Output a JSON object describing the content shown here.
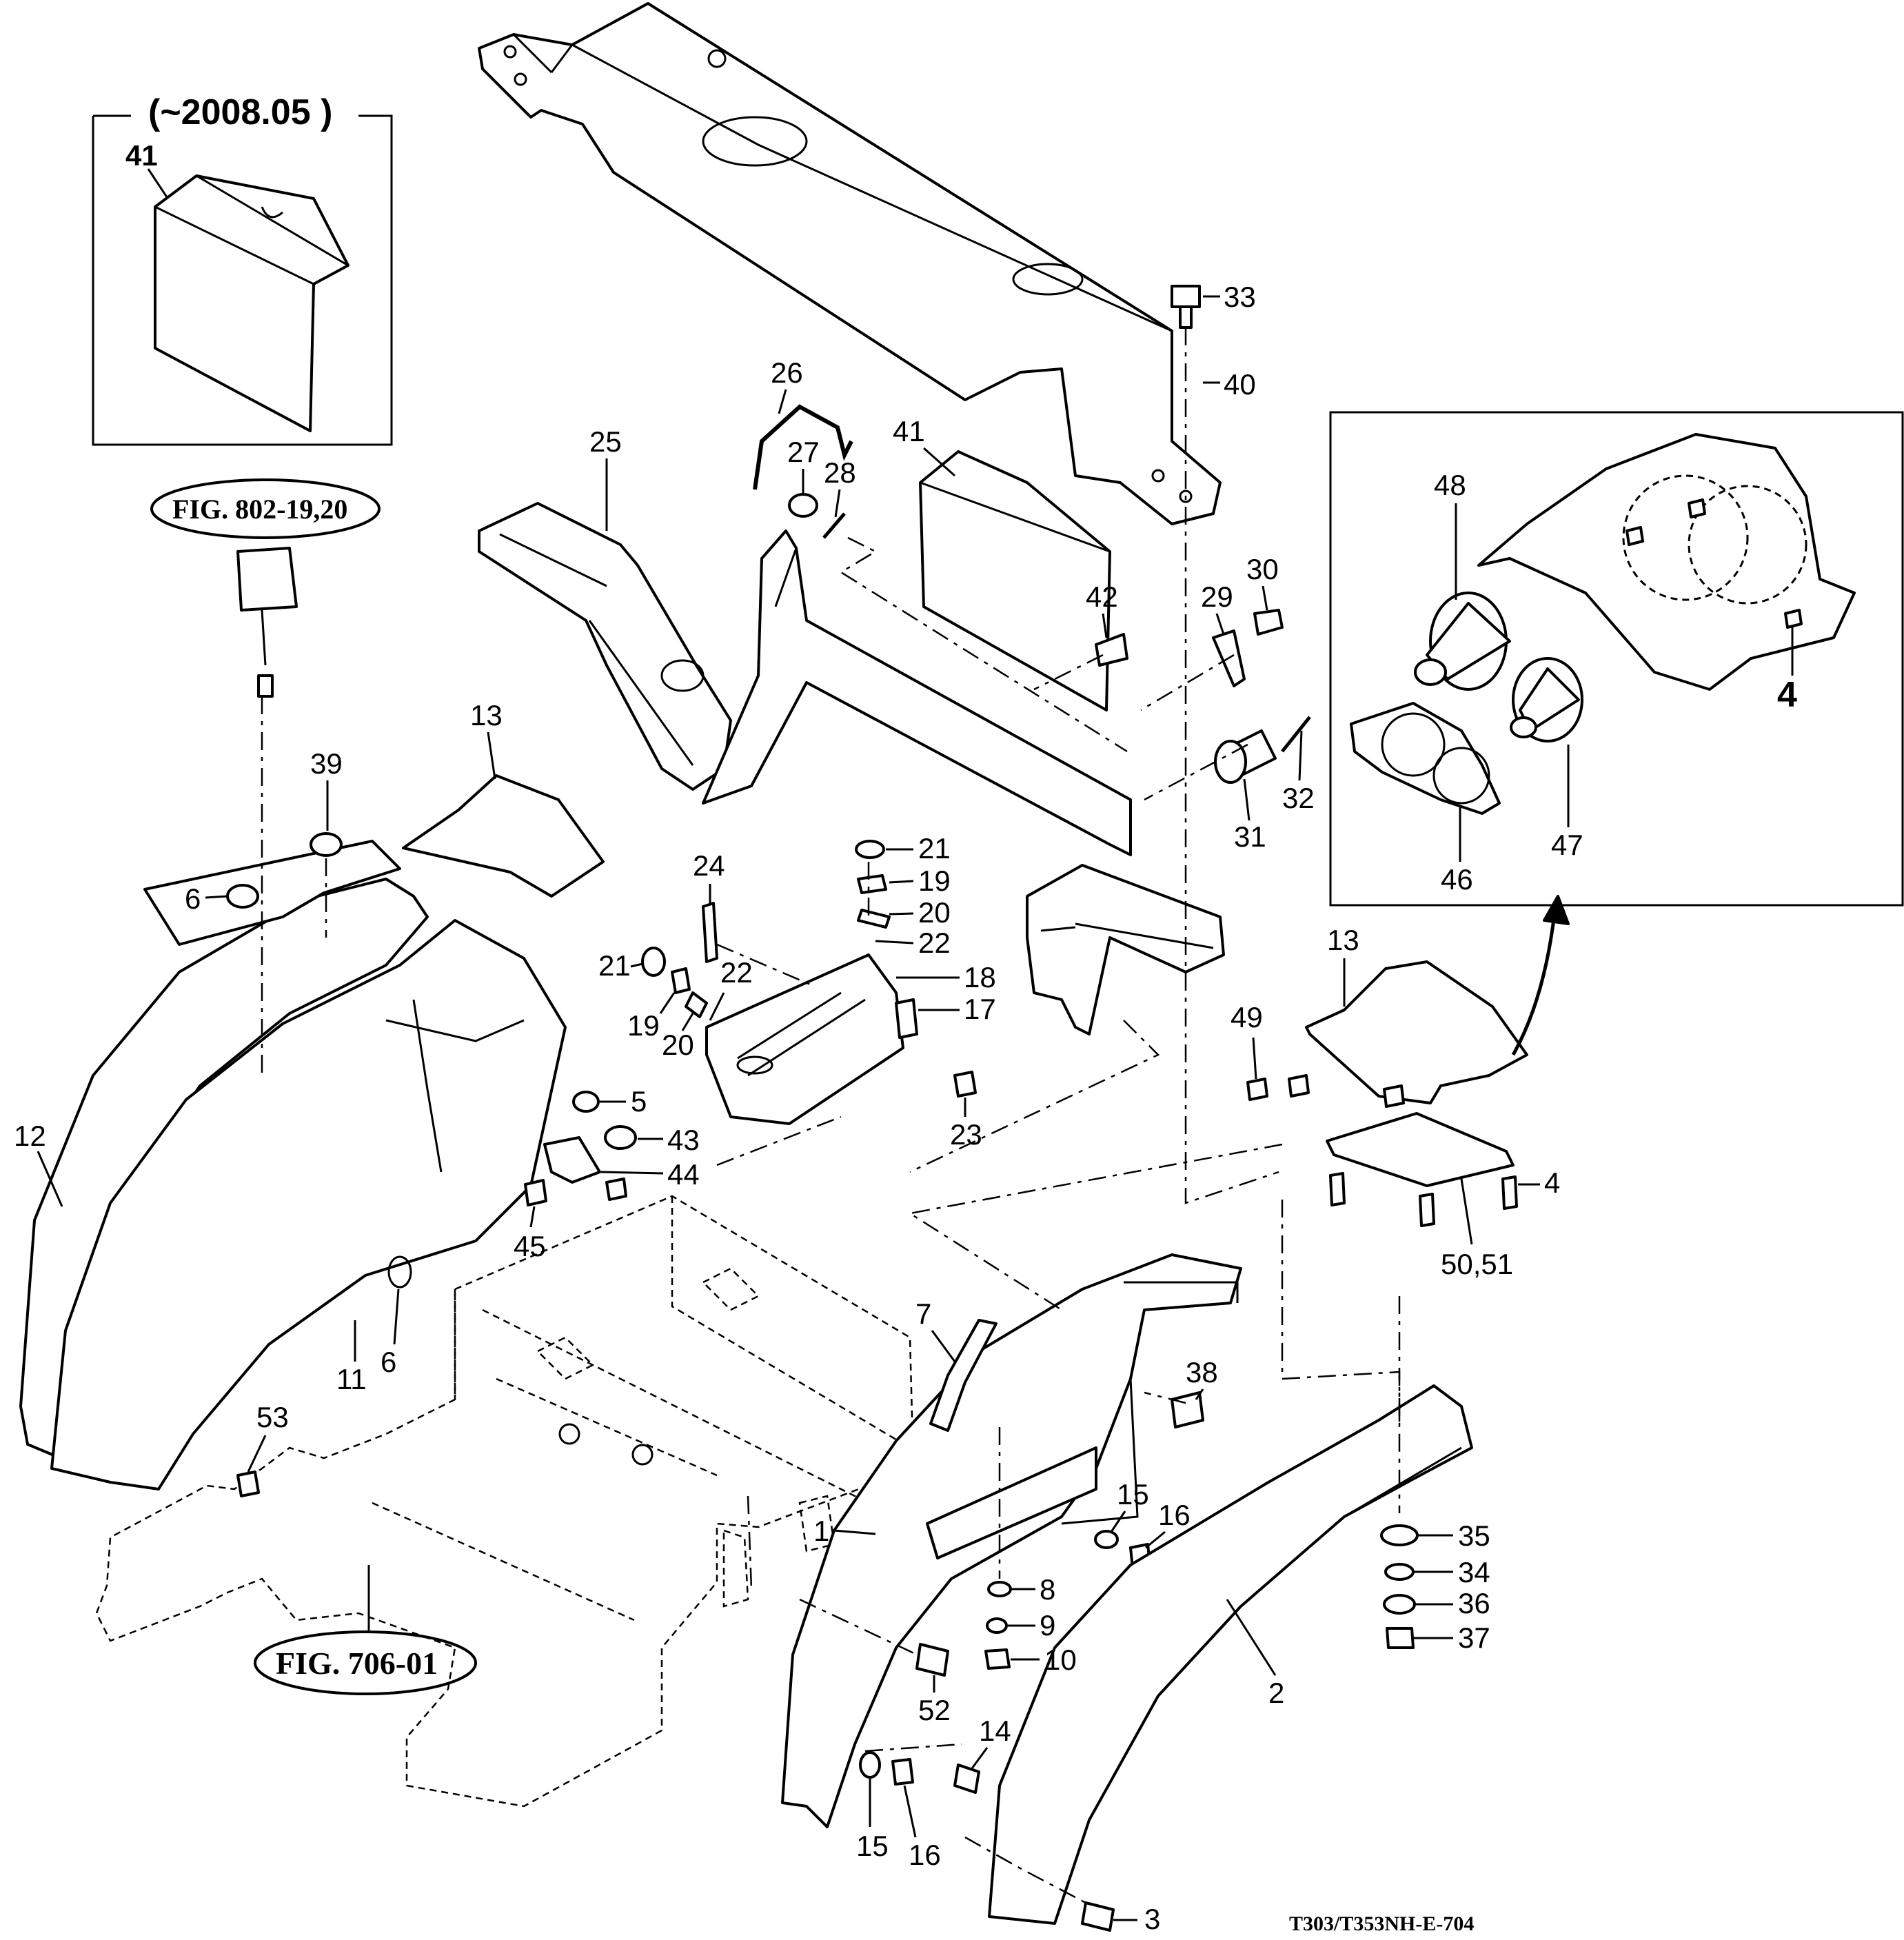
{
  "figure": {
    "drawing_code": "T303/T353NH-E-704",
    "inset_top": {
      "title": "(~2008.05 )",
      "part_label": "41"
    },
    "inset_right": {
      "labels": [
        "48",
        "4",
        "46",
        "47"
      ]
    },
    "fig_refs": {
      "top": "FIG. 802-19,20",
      "bottom": "FIG. 706-01"
    },
    "callouts": {
      "c33": "33",
      "c40": "40",
      "c26": "26",
      "c27": "27",
      "c28": "28",
      "c25": "25",
      "c41": "41",
      "c42": "42",
      "c29": "29",
      "c30": "30",
      "c31": "31",
      "c32": "32",
      "c13a": "13",
      "c39": "39",
      "c6a": "6",
      "c24": "24",
      "c21a": "21",
      "c19a": "19",
      "c20a": "20",
      "c22a": "22",
      "c21b": "21",
      "c19b": "19",
      "c20b": "20",
      "c22b": "22",
      "c18": "18",
      "c17": "17",
      "c23": "23",
      "c5": "5",
      "c43": "43",
      "c44": "44",
      "c45": "45",
      "c12": "12",
      "c11": "11",
      "c6b": "6",
      "c53": "53",
      "c7": "7",
      "c38": "38",
      "c1": "1",
      "c15a": "15",
      "c16a": "16",
      "c8": "8",
      "c9": "9",
      "c10": "10",
      "c52": "52",
      "c14": "14",
      "c15b": "15",
      "c16b": "16",
      "c3": "3",
      "c2": "2",
      "c35": "35",
      "c34": "34",
      "c36": "36",
      "c37": "37",
      "c13b": "13",
      "c49": "49",
      "c4": "4",
      "c5051": "50,51"
    }
  }
}
